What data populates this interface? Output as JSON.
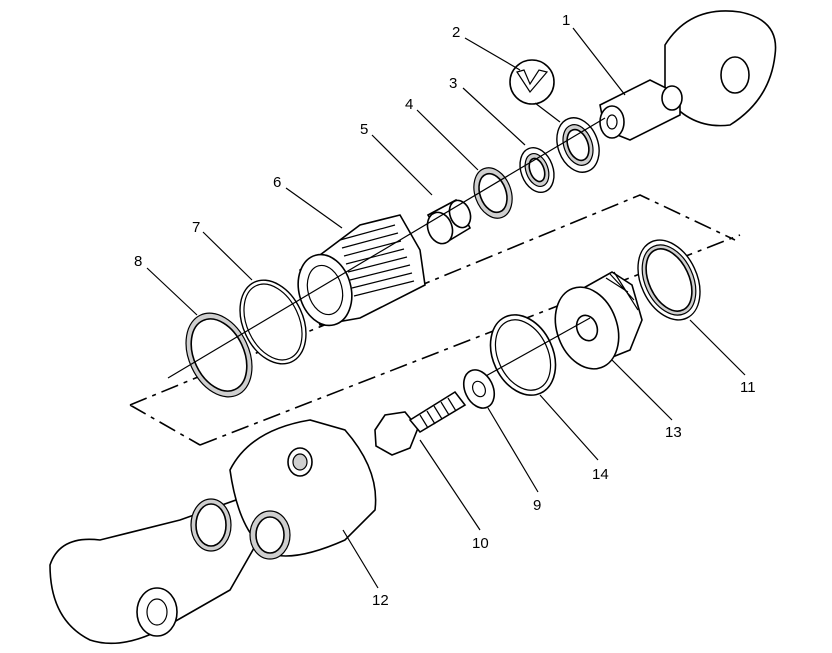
{
  "callouts": [
    {
      "id": "1",
      "text": "1"
    },
    {
      "id": "2",
      "text": "2"
    },
    {
      "id": "3",
      "text": "3"
    },
    {
      "id": "4",
      "text": "4"
    },
    {
      "id": "5",
      "text": "5"
    },
    {
      "id": "6",
      "text": "6"
    },
    {
      "id": "7",
      "text": "7"
    },
    {
      "id": "8",
      "text": "8"
    },
    {
      "id": "9",
      "text": "9"
    },
    {
      "id": "10",
      "text": "10"
    },
    {
      "id": "11",
      "text": "11"
    },
    {
      "id": "12",
      "text": "12"
    },
    {
      "id": "13",
      "text": "13"
    },
    {
      "id": "14",
      "text": "14"
    }
  ],
  "icons": {
    "orientation_symbol": "v-groove-symbol-icon"
  }
}
